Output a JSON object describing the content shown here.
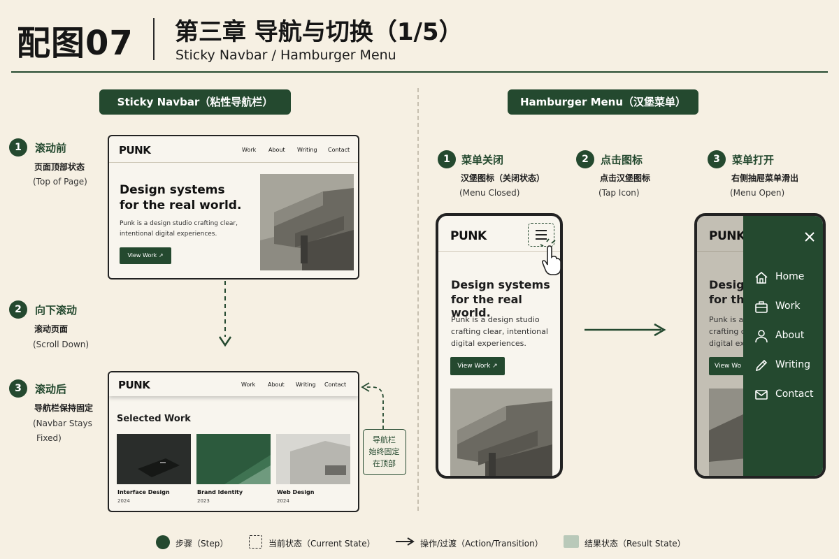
{
  "header": {
    "figure_label": "配图07",
    "chapter_title": "第三章  导航与切换（1/5）",
    "chapter_subtitle": "Sticky Navbar / Hamburger Menu"
  },
  "sections": {
    "left_title": "Sticky Navbar（粘性导航栏）",
    "right_title": "Hamburger Menu（汉堡菜单）"
  },
  "sticky_steps": [
    {
      "num": "1",
      "title": "滚动前",
      "desc": "页面顶部状态",
      "en": "(Top of Page)"
    },
    {
      "num": "2",
      "title": "向下滚动",
      "desc": "滚动页面",
      "en": "(Scroll Down)"
    },
    {
      "num": "3",
      "title": "滚动后",
      "desc": "导航栏保持固定",
      "en_line1": "(Navbar Stays",
      "en_line2": "Fixed)"
    }
  ],
  "hamburger_steps": [
    {
      "num": "1",
      "title": "菜单关闭",
      "desc": "汉堡图标（关闭状态）",
      "en": "(Menu Closed)"
    },
    {
      "num": "2",
      "title": "点击图标",
      "desc": "点击汉堡图标",
      "en": "(Tap Icon)"
    },
    {
      "num": "3",
      "title": "菜单打开",
      "desc": "右侧抽屉菜单滑出",
      "en": "(Menu Open)"
    }
  ],
  "site": {
    "logo": "PUNK",
    "nav": [
      "Work",
      "About",
      "Writing",
      "Contact"
    ],
    "hero_line1": "Design systems",
    "hero_line2": "for the real world.",
    "hero_body_line1": "Punk is a design studio crafting clear,",
    "hero_body_line2": "intentional digital experiences.",
    "cta": "View Work ↗",
    "selected_work": "Selected Work",
    "works": [
      {
        "label": "Interface Design",
        "year": "2024"
      },
      {
        "label": "Brand Identity",
        "year": "2023"
      },
      {
        "label": "Web Design",
        "year": "2024"
      }
    ]
  },
  "mobile": {
    "hero_line1": "Design systems",
    "hero_line2": "for the real world.",
    "body_line1": "Punk is a design studio",
    "body_line2": "crafting clear, intentional",
    "body_line3": "digital experiences.",
    "cropped_hero_line1": "Design",
    "cropped_hero_line2": "for the",
    "cropped_body_line1": "Punk is a",
    "cropped_body_line2": "crafting cl",
    "cropped_body_line3": "digital exp",
    "cropped_cta": "View Wo"
  },
  "drawer_menu": [
    {
      "label": "Home",
      "icon": "home-icon"
    },
    {
      "label": "Work",
      "icon": "briefcase-icon"
    },
    {
      "label": "About",
      "icon": "user-icon"
    },
    {
      "label": "Writing",
      "icon": "pencil-icon"
    },
    {
      "label": "Contact",
      "icon": "mail-icon"
    }
  ],
  "annotation": {
    "line1": "导航栏",
    "line2": "始终固定",
    "line3": "在顶部"
  },
  "legend": {
    "step": "步骤（Step）",
    "current": "当前状态（Current State）",
    "action": "操作/过渡（Action/Transition）",
    "result": "结果状态（Result State）"
  },
  "colors": {
    "accent": "#24492f",
    "background": "#f6f0e3",
    "result_swatch": "#b9c9b9"
  }
}
